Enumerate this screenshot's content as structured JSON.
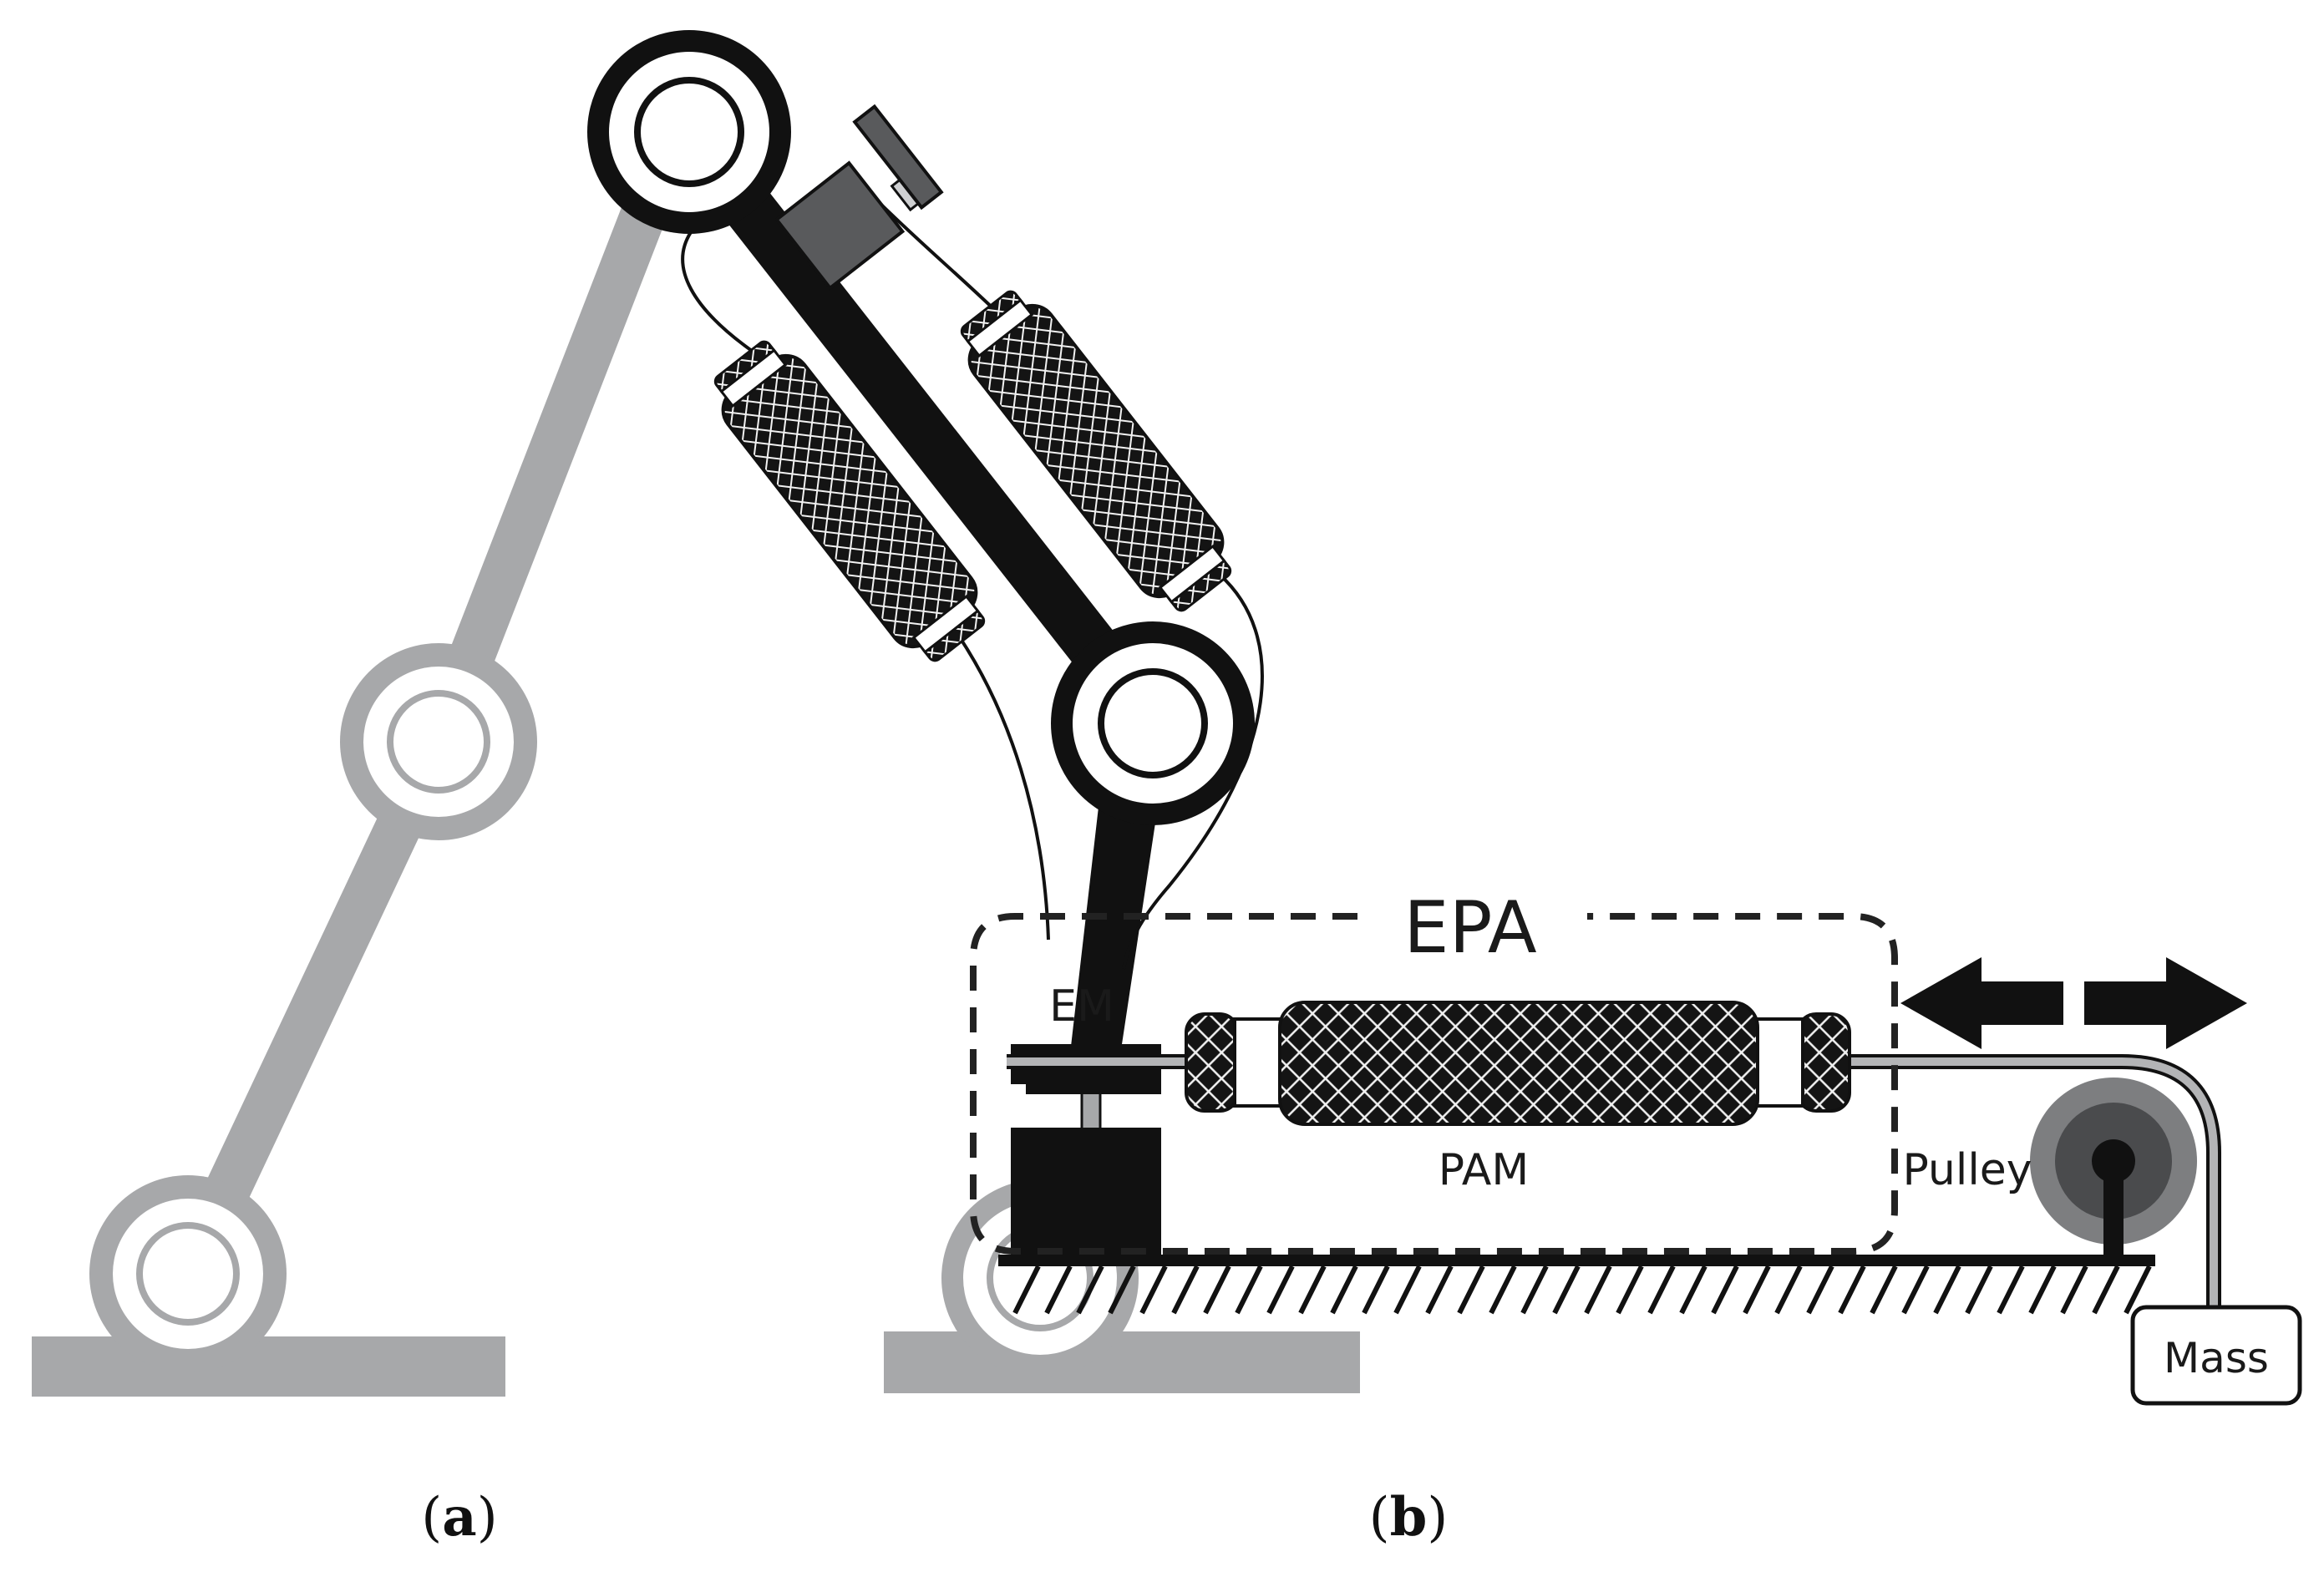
{
  "labels": {
    "epa": "EPA",
    "em": "EM",
    "pam": "PAM",
    "pulley": "Pulley",
    "mass": "Mass"
  },
  "captions": {
    "a_open": "(",
    "a_letter": "a",
    "a_close": ")",
    "b_open": "(",
    "b_letter": "b",
    "b_close": ")"
  },
  "colors": {
    "leg_gray": "#a7a8aa",
    "black": "#111111",
    "dark_gray": "#595a5c",
    "pulley_outer": "#7d7e80",
    "pulley_inner": "#4a4b4d",
    "white": "#ffffff"
  },
  "icons": {
    "arrows": "double-headed-arrow-icon",
    "ground": "hatched-ground-icon"
  }
}
